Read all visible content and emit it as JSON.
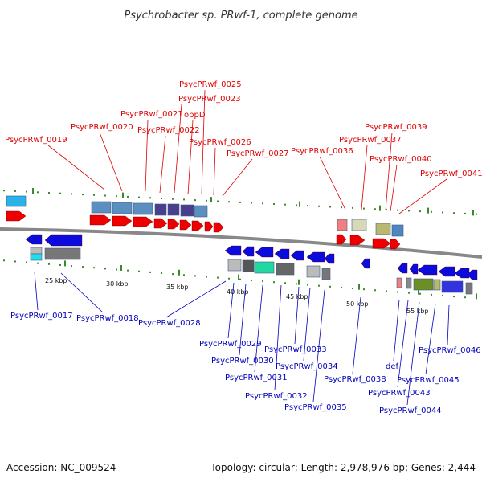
{
  "title": "Psychrobacter sp. PRwf-1, complete genome",
  "footer": {
    "accession": "Accession: NC_009524",
    "summary": "Topology: circular; Length: 2,978,976 bp; Genes: 2,444"
  },
  "colors": {
    "forward_label": "#dd0000",
    "reverse_label": "#0000bb",
    "forward_arrow": "#ee0000",
    "reverse_arrow": "#0b0bdd",
    "backbone": "#888888",
    "tick": "#3a8a2a"
  },
  "scale": {
    "labels": [
      "25 kbp",
      "30 kbp",
      "35 kbp",
      "40 kbp",
      "45 kbp",
      "50 kbp",
      "55 kbp"
    ]
  },
  "forward_genes": [
    {
      "label": "PsycPRwf_0019"
    },
    {
      "label": "PsycPRwf_0020"
    },
    {
      "label": "PsycPRwf_0021"
    },
    {
      "label": "PsycPRwf_0022"
    },
    {
      "label": "PsycPRwf_0023"
    },
    {
      "label": "oppD"
    },
    {
      "label": "PsycPRwf_0025"
    },
    {
      "label": "PsycPRwf_0026"
    },
    {
      "label": "PsycPRwf_0027"
    },
    {
      "label": "PsycPRwf_0036"
    },
    {
      "label": "PsycPRwf_0037"
    },
    {
      "label": "PsycPRwf_0039"
    },
    {
      "label": "PsycPRwf_0040"
    },
    {
      "label": "PsycPRwf_0041"
    }
  ],
  "reverse_genes": [
    {
      "label": "PsycPRwf_0017"
    },
    {
      "label": "PsycPRwf_0018"
    },
    {
      "label": "PsycPRwf_0028"
    },
    {
      "label": "PsycPRwf_0029"
    },
    {
      "label": "PsycPRwf_0030"
    },
    {
      "label": "PsycPRwf_0031"
    },
    {
      "label": "PsycPRwf_0032"
    },
    {
      "label": "PsycPRwf_0033"
    },
    {
      "label": "PsycPRwf_0034"
    },
    {
      "label": "PsycPRwf_0035"
    },
    {
      "label": "PsycPRwf_0038"
    },
    {
      "label": "def"
    },
    {
      "label": "PsycPRwf_0043"
    },
    {
      "label": "PsycPRwf_0044"
    },
    {
      "label": "PsycPRwf_0045"
    },
    {
      "label": "PsycPRwf_0046"
    }
  ]
}
